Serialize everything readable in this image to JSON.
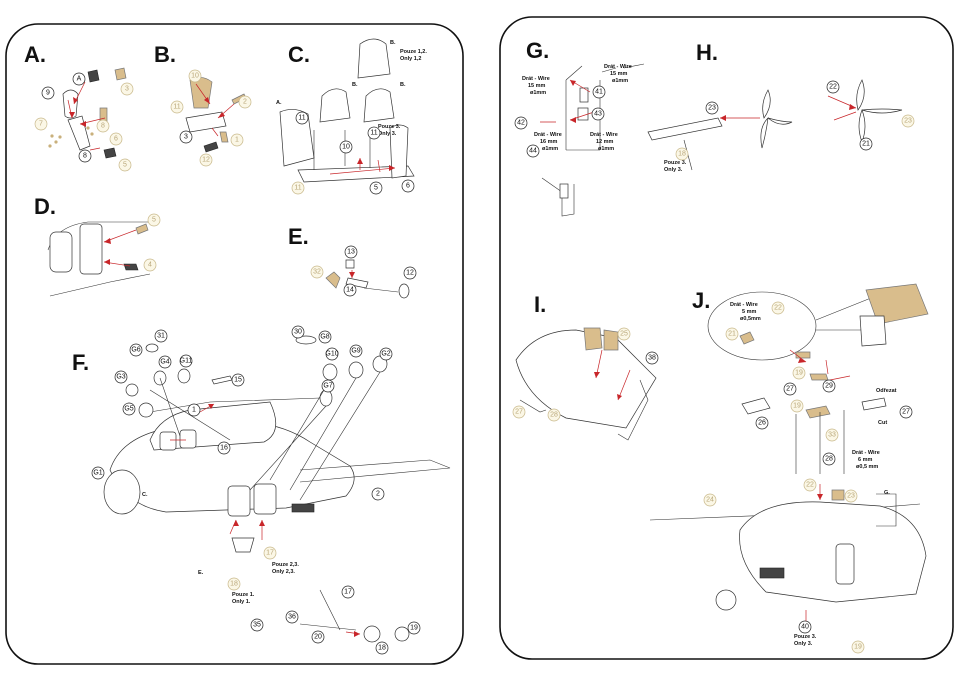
{
  "sections": {
    "A": "A.",
    "B": "B.",
    "C": "C.",
    "D": "D.",
    "E": "E.",
    "F": "F.",
    "G": "G.",
    "H": "H.",
    "I": "I.",
    "J": "J."
  },
  "notes": {
    "c_only12": [
      "Pouze 1,2.",
      "Only 1,2"
    ],
    "c_only3": [
      "Pouze 3.",
      "Only 3."
    ],
    "f_only1": [
      "Pouze 1.",
      "Only 1."
    ],
    "f_only23": [
      "Pouze 2,3.",
      "Only 2,3."
    ],
    "g_wire15a": [
      "Drát - Wire",
      "15 mm",
      "ø1mm"
    ],
    "g_wire15b": [
      "Drát - Wire",
      "15 mm",
      "ø1mm"
    ],
    "g_wire16": [
      "Drát - Wire",
      "16 mm",
      "ø1mm"
    ],
    "g_wire12": [
      "Drát - Wire",
      "12 mm",
      "ø1mm"
    ],
    "h_only3": [
      "Pouze 3.",
      "Only 3."
    ],
    "j_wire5": [
      "Drát - Wire",
      "5 mm",
      "ø0,5mm"
    ],
    "j_wire6": [
      "Drát - Wire",
      "6 mm",
      "ø0,5 mm"
    ],
    "j_odrez": "Odřezat",
    "j_cut": "Cut",
    "j_only3": [
      "Pouze 3.",
      "Only 3."
    ]
  },
  "labels": {
    "a_A": "A",
    "c_A": "A.",
    "c_B1": "B.",
    "c_B2": "B.",
    "c_B3": "B.",
    "f_C": "C.",
    "f_E": "E.",
    "j_G": "G."
  },
  "callouts": {
    "a9": "9",
    "a3": "3",
    "a7": "7",
    "a8b": "8",
    "a6": "6",
    "a8": "8",
    "a5": "5",
    "b10": "10",
    "b11": "11",
    "b2": "2",
    "b3": "3",
    "b1": "1",
    "b12": "12",
    "c11": "11",
    "c10": "10",
    "c11b": "11",
    "c5": "5",
    "c6": "6",
    "c11t": "11",
    "d5": "5",
    "d4": "4",
    "e13": "13",
    "e32": "32",
    "e14": "14",
    "e12": "12",
    "f31": "31",
    "f30": "30",
    "fG8a": "G8",
    "fG6": "G6",
    "fG4": "G4",
    "fG11": "G11",
    "fG10": "G10",
    "fG9": "G9",
    "fG2": "G2",
    "fG3": "G3",
    "fG7": "G7",
    "fG5": "G5",
    "fG1": "G1",
    "f15": "15",
    "f1": "1",
    "f16": "16",
    "f2": "2",
    "f17t": "17",
    "f18t": "18",
    "f17": "17",
    "f35": "35",
    "f36": "36",
    "f20": "20",
    "f18": "18",
    "f19": "19",
    "g41": "41",
    "g42": "42",
    "g43": "43",
    "g44": "44",
    "h23a": "23",
    "h22": "22",
    "h23t": "23",
    "h21": "21",
    "h18t": "18",
    "i25": "25",
    "i38": "38",
    "i27": "27",
    "i28": "28",
    "j22": "22",
    "j21": "21",
    "j19a": "19",
    "j29": "29",
    "j27a": "27",
    "j26": "26",
    "j19b": "19",
    "j33": "33",
    "j27b": "27",
    "j28": "28",
    "j22b": "22",
    "j23": "23",
    "j24": "24",
    "j40": "40",
    "j19c": "19"
  }
}
